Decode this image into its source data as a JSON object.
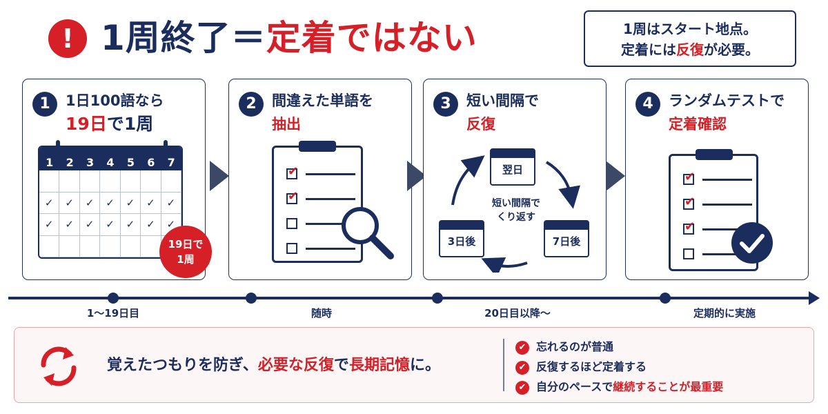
{
  "header": {
    "headline_main": "1周終了＝",
    "headline_accent": "定着ではない",
    "alert_glyph": "!",
    "callout_line1": "1周はスタート地点。",
    "callout_line2_pre": "定着には",
    "callout_line2_accent": "反復",
    "callout_line2_post": "が必要。"
  },
  "steps": [
    {
      "number": "1",
      "title_line1": "1日100語なら",
      "title_line2_accent": "19日",
      "title_line2_mid": "で",
      "title_line2_accent2": "1周",
      "calendar_days": [
        "1",
        "2",
        "3",
        "4",
        "5",
        "6",
        "7"
      ],
      "badge_line1": "19日で",
      "badge_line2": "1周"
    },
    {
      "number": "2",
      "title_line1": "間違えた単語を",
      "title_line2_accent": "抽出"
    },
    {
      "number": "3",
      "title_line1": "短い間隔で",
      "title_line2_accent": "反復",
      "cycle_top": "翌日",
      "cycle_right": "7日後",
      "cycle_left": "3日後",
      "cycle_center_line1": "短い間隔で",
      "cycle_center_line2": "くり返す"
    },
    {
      "number": "4",
      "title_line1": "ランダムテストで",
      "title_line2_accent": "定着確認"
    }
  ],
  "timeline": {
    "labels": [
      "1～19日目",
      "随時",
      "20日目以降～",
      "定期的に実施"
    ]
  },
  "panel": {
    "text_pre": "覚えたつもりを防ぎ、",
    "text_accent1": "必要な反復",
    "text_mid": "で",
    "text_accent2": "長期記憶",
    "text_post": "に。",
    "points": [
      {
        "text": "忘れるのが普通",
        "accent": ""
      },
      {
        "text": "反復するほど定着する",
        "accent": ""
      },
      {
        "text": "自分のペースで",
        "accent": "継続することが最重要"
      }
    ]
  },
  "colors": {
    "navy": "#1b2d5c",
    "red": "#d52027",
    "panel_bg": "#fdf6f6"
  }
}
